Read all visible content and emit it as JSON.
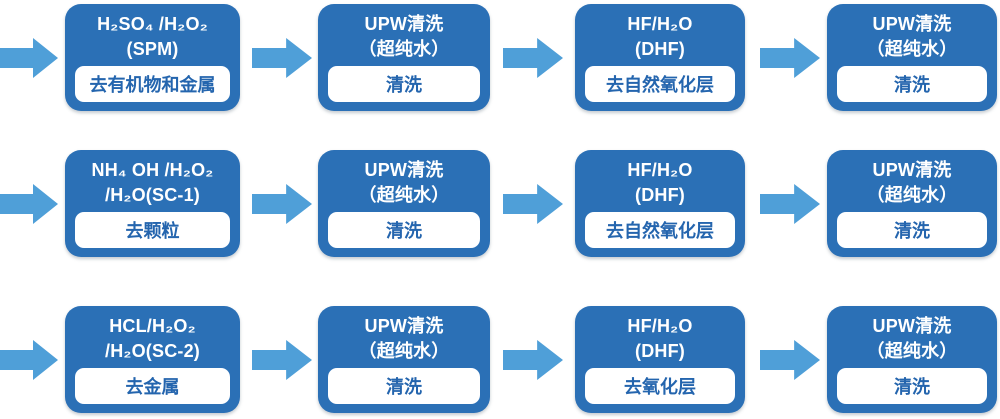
{
  "diagram": {
    "type": "process-flow",
    "description_colors": {
      "box_blue": "#2b70b6",
      "arrow_blue": "#4f9fd8",
      "label_text_blue": "#2465ae",
      "box_text": "#ffffff",
      "background": "#ffffff"
    },
    "icons": {
      "arrow": "right-arrow-icon"
    },
    "rows": [
      {
        "steps": [
          {
            "title_line1": "H₂SO₄ /H₂O₂",
            "title_line2": "(SPM)",
            "label": "去有机物和金属"
          },
          {
            "title_line1": "UPW清洗",
            "title_line2": "（超纯水）",
            "label": "清洗"
          },
          {
            "title_line1": "HF/H₂O",
            "title_line2": "(DHF)",
            "label": "去自然氧化层"
          },
          {
            "title_line1": "UPW清洗",
            "title_line2": "（超纯水）",
            "label": "清洗"
          }
        ]
      },
      {
        "steps": [
          {
            "title_line1": "NH₄ OH /H₂O₂",
            "title_line2": "/H₂O(SC-1)",
            "label": "去颗粒"
          },
          {
            "title_line1": "UPW清洗",
            "title_line2": "（超纯水）",
            "label": "清洗"
          },
          {
            "title_line1": "HF/H₂O",
            "title_line2": "(DHF)",
            "label": "去自然氧化层"
          },
          {
            "title_line1": "UPW清洗",
            "title_line2": "（超纯水）",
            "label": "清洗"
          }
        ]
      },
      {
        "steps": [
          {
            "title_line1": "HCL/H₂O₂",
            "title_line2": "/H₂O(SC-2)",
            "label": "去金属"
          },
          {
            "title_line1": "UPW清洗",
            "title_line2": "（超纯水）",
            "label": "清洗"
          },
          {
            "title_line1": "HF/H₂O",
            "title_line2": "(DHF)",
            "label": "去氧化层"
          },
          {
            "title_line1": "UPW清洗",
            "title_line2": "（超纯水）",
            "label": "清洗"
          }
        ]
      }
    ]
  }
}
